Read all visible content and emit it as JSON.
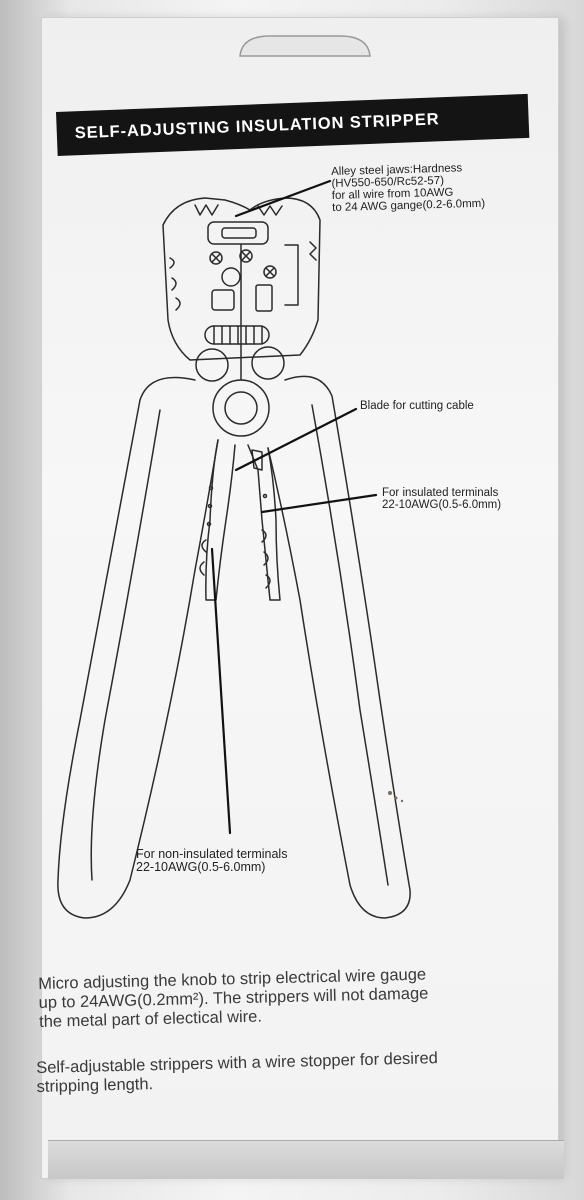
{
  "package": {
    "title": "SELF-ADJUSTING INSULATION STRIPPER"
  },
  "callouts": {
    "jaws": "Alley steel jaws:Hardness\n(HV550-650/Rc52-57)\nfor all wire from 10AWG\nto 24 AWG gange(0.2-6.0mm)",
    "blade": "Blade for cutting cable",
    "insulated": "For insulated terminals\n22-10AWG(0.5-6.0mm)",
    "non_insulated": "For non-insulated terminals\n22-10AWG(0.5-6.0mm)"
  },
  "description": {
    "paragraph1": "Micro adjusting the knob to strip electrical wire gauge\nup to 24AWG(0.2mm²). The strippers will not damage\nthe metal part of electical wire.",
    "paragraph2": "Self-adjustable strippers with a wire stopper for desired\nstripping length."
  },
  "colors": {
    "banner": "#141414",
    "line_art": "#2b2b2b"
  }
}
